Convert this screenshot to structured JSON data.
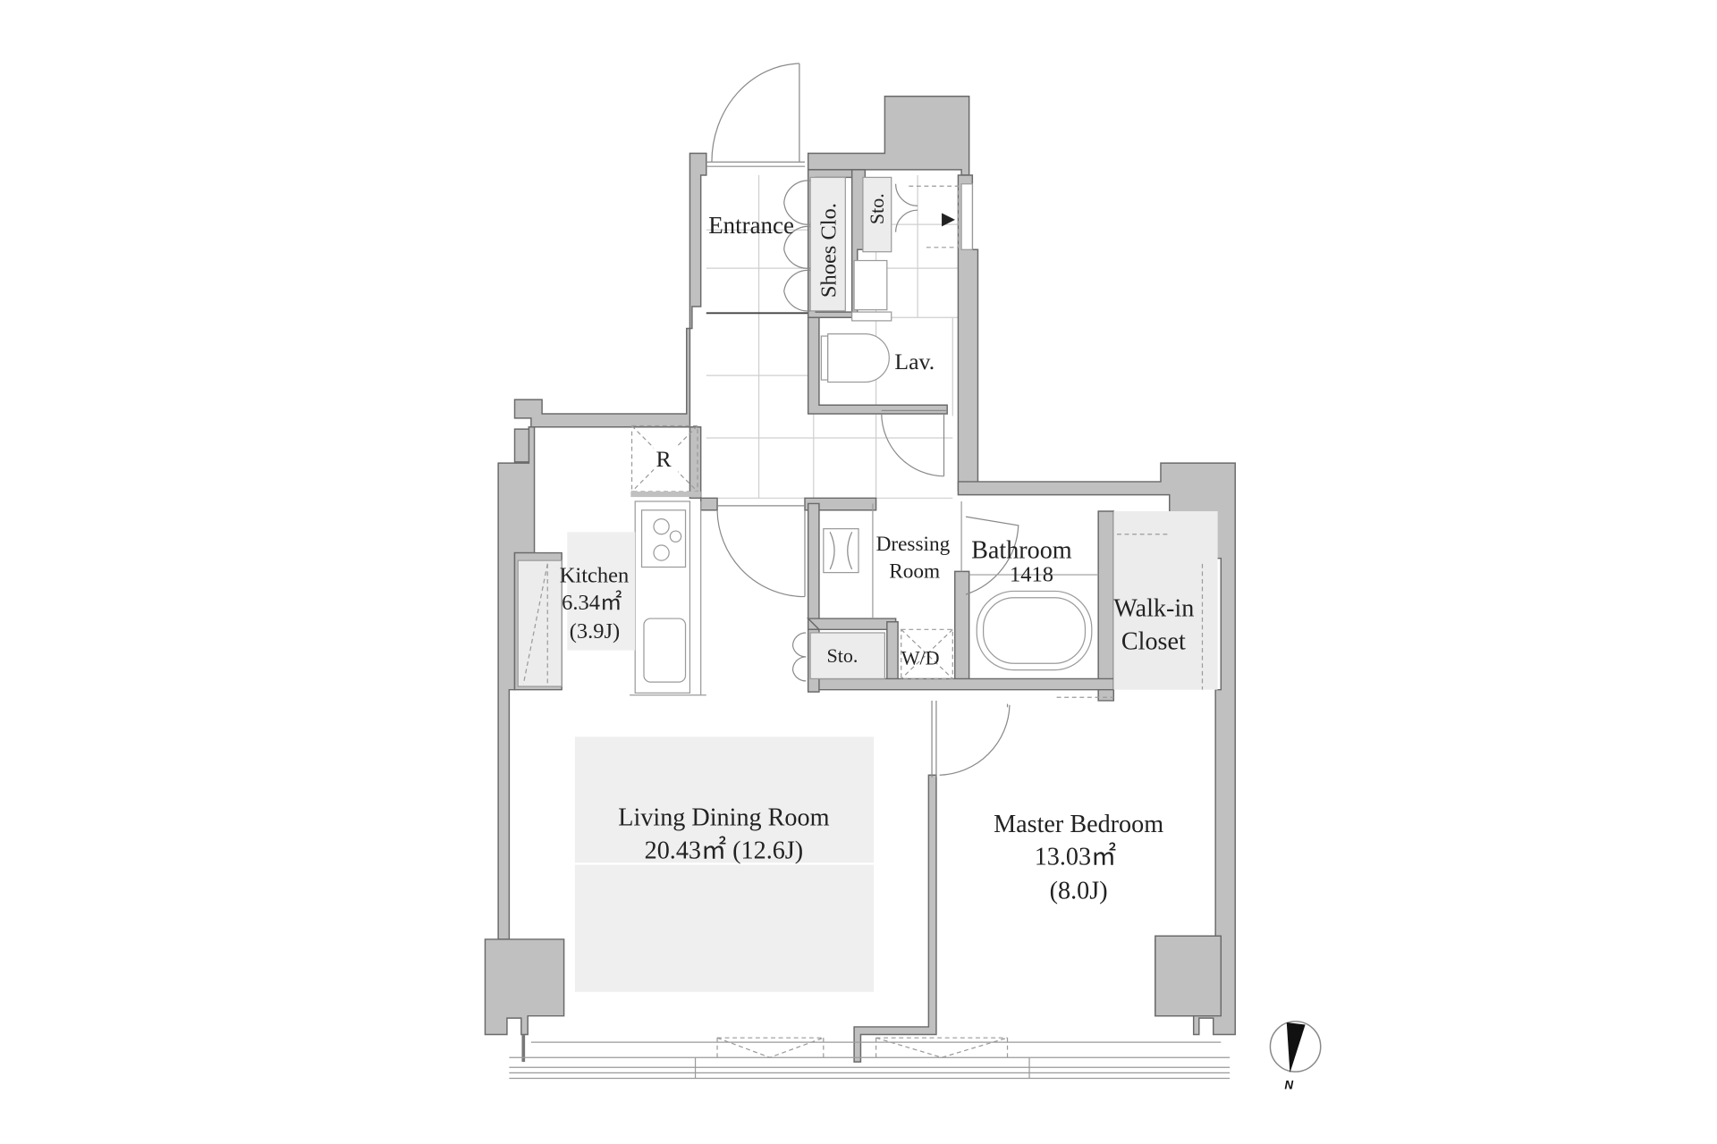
{
  "floor_plan": {
    "type": "apartment-1LDK",
    "rooms": {
      "entrance": {
        "label": "Entrance"
      },
      "shoes_closet": {
        "label": "Shoes Clo."
      },
      "storage_top": {
        "label": "Sto."
      },
      "lavatory": {
        "label": "Lav."
      },
      "refrigerator": {
        "label": "R"
      },
      "kitchen": {
        "label": "Kitchen",
        "area": "6.34㎡",
        "tatami": "(3.9J)"
      },
      "dressing_room": {
        "label_line1": "Dressing",
        "label_line2": "Room"
      },
      "bathroom": {
        "label": "Bathroom",
        "size_code": "1418"
      },
      "walk_in_closet": {
        "label_line1": "Walk-in",
        "label_line2": "Closet"
      },
      "storage_mid": {
        "label": "Sto."
      },
      "washer_dryer": {
        "label": "W/D"
      },
      "living_dining": {
        "label": "Living Dining Room",
        "area_line": "20.43㎡ (12.6J)"
      },
      "master_bedroom": {
        "label": "Master Bedroom",
        "area": "13.03㎡",
        "tatami": "(8.0J)"
      }
    },
    "compass": {
      "label": "N"
    },
    "meter_box_marker": "▶"
  }
}
